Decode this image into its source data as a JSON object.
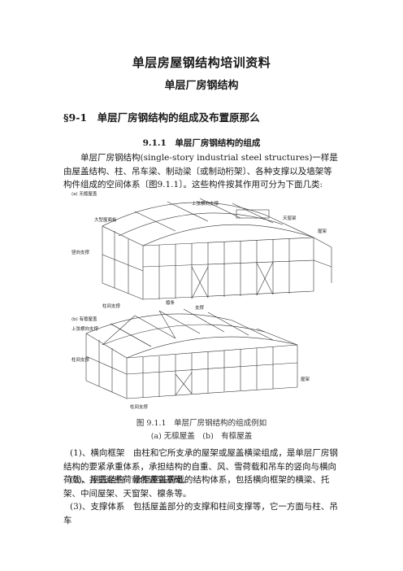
{
  "doc": {
    "title": "单层房屋钢结构培训资料",
    "subtitle": "单层厂房钢结构",
    "section": "§9-1　单层厂房钢结构的组成及布置原那么",
    "subsection": "9.1.1　单层厂房钢结构的组成",
    "paragraph1": "单层厂房钢结构(single-story industrial steel structures)一样是由屋盖结构、柱、吊车梁、制动梁〔或制动桁架〕、各种支撑以及墙架等构件组成的空间体系〔图9.1.1〕。这些构件按其作用可分为下面几类:",
    "figure_caption": "图 9.1.1　单层厂房钢结构的组成例如",
    "figure_subcaption": "(a) 无檩屋盖　(b)　有檩屋盖",
    "paragraph2": "(1)、横向框架　由柱和它所支承的屋架或屋盖横梁组成，是单层厂房钢结构的要紧承重体系，承担结构的自重、风、雪荷载和吊车的竖向与横向荷载，并把这些荷载传递到基础。",
    "paragraph3": "(2)、屋盖结构　承担屋盖荷载的结构体系，包括横向框架的横梁、托架、中间屋架、天窗架、檩条等。",
    "paragraph4": "(3)、支撑体系　包括屋盖部分的支撑和柱间支撑等，它一方面与柱、吊车"
  },
  "figure": {
    "panel_a_label": "(a) 无檩屋盖",
    "panel_b_label": "(b) 有檩屋盖",
    "a_labels": [
      "上弦横向支撑",
      "大型屋面板",
      "天窗架",
      "屋架",
      "竖向支撑",
      "柱间支撑"
    ],
    "b_labels": [
      "檩条",
      "支撑",
      "上弦横向支撑",
      "柱间支撑",
      "屋架",
      "柱间支撑"
    ]
  }
}
